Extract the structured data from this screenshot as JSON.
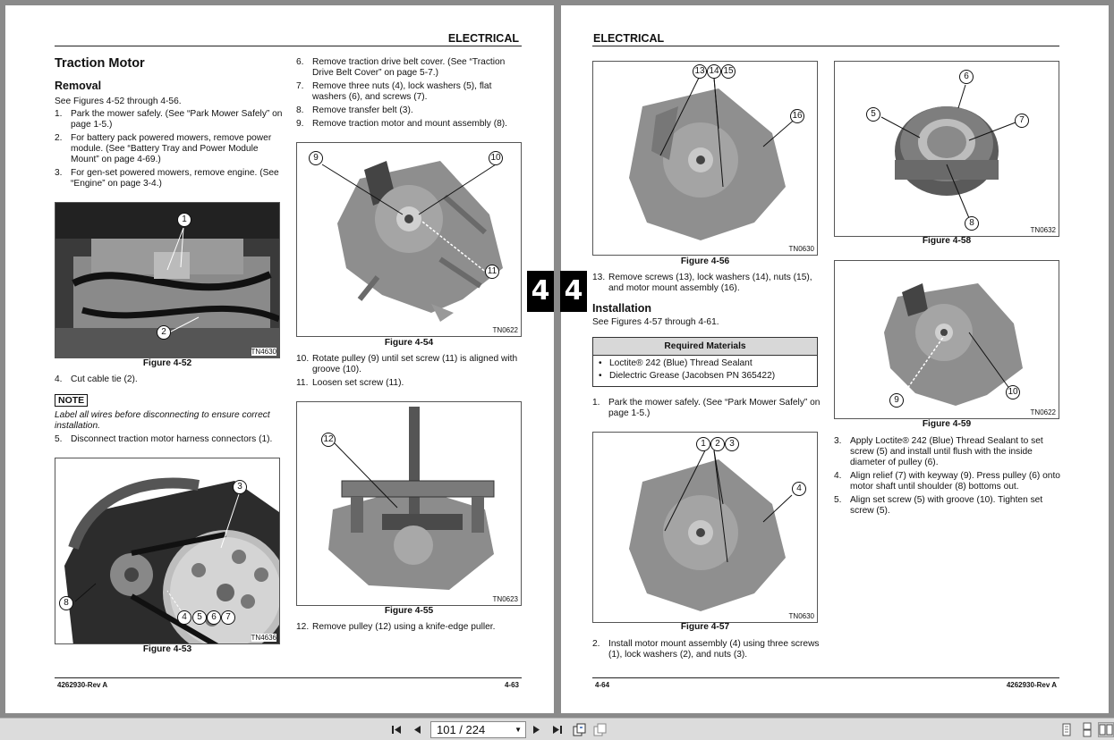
{
  "left_page": {
    "header": "ELECTRICAL",
    "title": "Traction Motor",
    "subtitle": "Removal",
    "see_figs": "See Figures 4-52 through 4-56.",
    "steps_a": [
      {
        "n": "1.",
        "t": "Park the mower safely. (See “Park Mower Safely” on page 1-5.)"
      },
      {
        "n": "2.",
        "t": "For battery pack powered mowers, remove power module. (See “Battery Tray and Power Module Mount” on page 4-69.)"
      },
      {
        "n": "3.",
        "t": "For gen-set powered mowers, remove engine. (See “Engine” on page 3-4.)"
      }
    ],
    "fig52": {
      "caption": "Figure 4-52",
      "tn": "TN4630",
      "callouts": [
        "1",
        "2"
      ]
    },
    "step4": {
      "n": "4.",
      "t": "Cut cable tie (2)."
    },
    "note_label": "NOTE",
    "note_text": "Label all wires before disconnecting to ensure correct installation.",
    "step5": {
      "n": "5.",
      "t": "Disconnect traction motor harness connectors (1)."
    },
    "fig53": {
      "caption": "Figure 4-53",
      "tn": "TN4636",
      "callouts": [
        "3",
        "8",
        "4",
        "5",
        "6",
        "7"
      ]
    },
    "steps_b": [
      {
        "n": "6.",
        "t": "Remove traction drive belt cover. (See “Traction Drive Belt Cover” on page 5-7.)"
      },
      {
        "n": "7.",
        "t": "Remove three nuts (4), lock washers (5), flat washers (6), and screws (7)."
      },
      {
        "n": "8.",
        "t": "Remove transfer belt (3)."
      },
      {
        "n": "9.",
        "t": "Remove traction motor and mount assembly (8)."
      }
    ],
    "fig54": {
      "caption": "Figure 4-54",
      "tn": "TN0622",
      "callouts": [
        "9",
        "10",
        "11"
      ]
    },
    "steps_c": [
      {
        "n": "10.",
        "t": "Rotate pulley (9) until set screw (11) is aligned with groove (10)."
      },
      {
        "n": "11.",
        "t": "Loosen set screw (11)."
      }
    ],
    "fig55": {
      "caption": "Figure 4-55",
      "tn": "TN0623",
      "callouts": [
        "12"
      ]
    },
    "step12": {
      "n": "12.",
      "t": "Remove pulley (12) using a knife-edge puller."
    },
    "footer_left": "4262930-Rev A",
    "footer_right": "4-63",
    "tab": "4"
  },
  "right_page": {
    "header": "ELECTRICAL",
    "fig56": {
      "caption": "Figure 4-56",
      "tn": "TN0630",
      "callouts": [
        "13",
        "14",
        "15",
        "16"
      ]
    },
    "step13": {
      "n": "13.",
      "t": "Remove screws (13), lock washers (14), nuts (15), and motor mount assembly (16)."
    },
    "install_title": "Installation",
    "see_figs": "See Figures 4-57 through 4-61.",
    "materials_header": "Required Materials",
    "materials": [
      "Loctite® 242 (Blue) Thread Sealant",
      "Dielectric Grease (Jacobsen PN 365422)"
    ],
    "step1": {
      "n": "1.",
      "t": "Park the mower safely. (See “Park Mower Safely” on page 1-5.)"
    },
    "fig57": {
      "caption": "Figure 4-57",
      "tn": "TN0630",
      "callouts": [
        "1",
        "2",
        "3",
        "4"
      ]
    },
    "step2": {
      "n": "2.",
      "t": "Install motor mount assembly (4) using three screws (1), lock washers (2), and nuts (3)."
    },
    "fig58": {
      "caption": "Figure 4-58",
      "tn": "TN0632",
      "callouts": [
        "6",
        "5",
        "7",
        "8"
      ]
    },
    "fig59": {
      "caption": "Figure 4-59",
      "tn": "TN0622",
      "callouts": [
        "9",
        "10"
      ]
    },
    "steps_d": [
      {
        "n": "3.",
        "t": "Apply Loctite® 242 (Blue) Thread Sealant to set screw (5) and install until flush with the inside diameter of pulley (6)."
      },
      {
        "n": "4.",
        "t": "Align relief (7) with keyway (9). Press pulley (6) onto motor shaft until shoulder (8) bottoms out."
      },
      {
        "n": "5.",
        "t": "Align set screw (5) with groove (10). Tighten set screw (5)."
      }
    ],
    "footer_left": "4-64",
    "footer_right": "4262930-Rev A",
    "tab": "4"
  },
  "toolbar": {
    "page_indicator": "101 / 224",
    "icons": [
      "first-page-icon",
      "prev-page-icon",
      "next-page-icon",
      "last-page-icon",
      "rotate-view-icon",
      "copy-icon",
      "single-page-view-icon",
      "continuous-view-icon",
      "two-page-view-icon"
    ]
  },
  "colors": {
    "background": "#8a8a8a",
    "toolbar": "#dcdcdc",
    "photo": "#7a7a7a"
  }
}
